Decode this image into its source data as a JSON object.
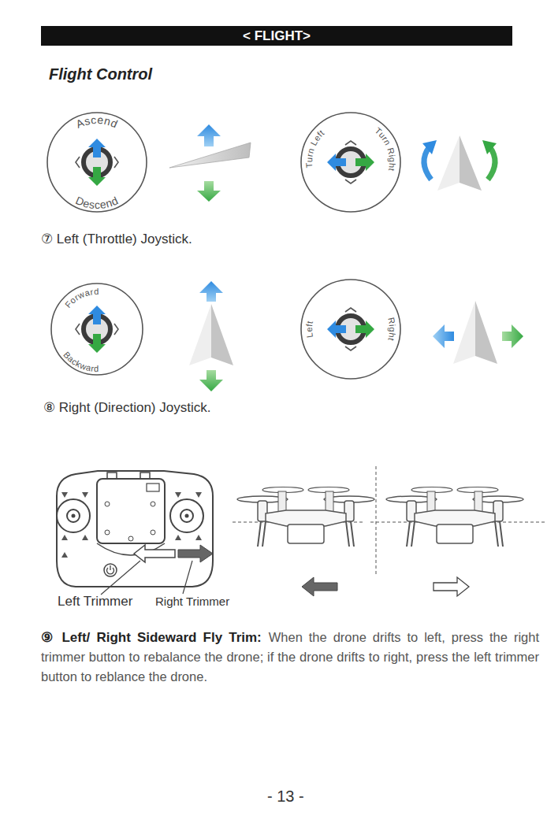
{
  "diagram": {
    "title": "< FLIGHT>",
    "nodes": [
      {
        "text": [
          "Ascend",
          "Descend"
        ]
      },
      {
        "text": [
          "Turn Left",
          "Turn Right"
        ]
      },
      {
        "text": [
          "Forward",
          "Backward"
        ]
      },
      {
        "text": [
          "Left",
          "Right"
        ]
      }
    ],
    "labels": [
      "Flight Control",
      "⑦ Left (Throttle) Joystick.",
      "⑧ Right (Direction) Joystick.",
      "Left Trimmer",
      "Right Trimmer",
      "⑨ Left/ Right Sideward Fly Trim:",
      "When the drone drifts to left, press the right trimmer button to rebalance the drone; if the drone drifts to right, press the left trimmer button to reblance the drone.",
      "- 13 -"
    ]
  }
}
